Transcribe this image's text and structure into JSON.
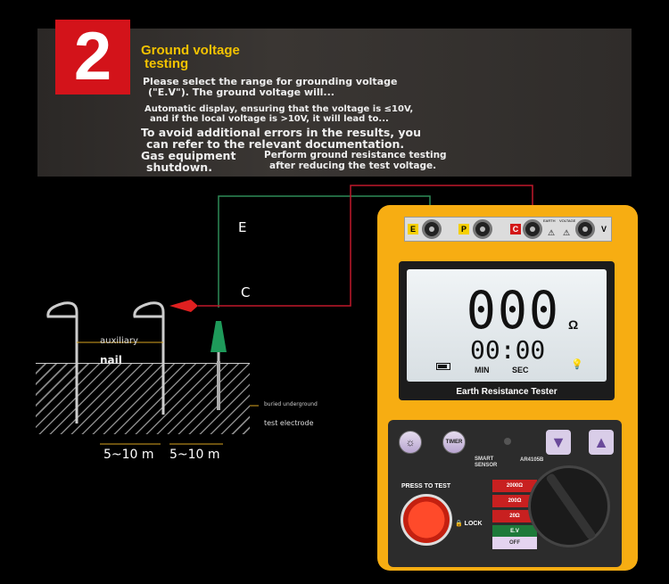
{
  "banner": {
    "step": "2",
    "title_line1": "Ground voltage",
    "title_line2": "testing",
    "text1_line1": "Please select the range for grounding voltage",
    "text1_line2": "(\"E.V\"). The ground voltage will...",
    "text2_line1": "Automatic display, ensuring that the voltage is ≤10V,",
    "text2_line2": "and if the local voltage is >10V, it will lead to...",
    "text3_line1": "To avoid additional errors in the results, you",
    "text3_line2": "can refer to the relevant documentation.",
    "text4_line1": "Gas equipment",
    "text4_line2": "shutdown.",
    "text5_line1": "Perform ground resistance testing",
    "text5_line2": "after reducing the test voltage."
  },
  "diagram": {
    "label_E": "E",
    "label_C": "C",
    "auxiliary": "auxiliary",
    "nail": "nail",
    "buried": "buried underground",
    "test_electrode": "test electrode",
    "distance1": "5~10 m",
    "distance2": "5~10 m",
    "wire_green": "#2e8b57",
    "wire_red": "#c0182a"
  },
  "meter": {
    "terminals": [
      "E",
      "P",
      "C",
      "V"
    ],
    "terminal_c_note": "EARTH",
    "terminal_v_note": "VOLTAGE",
    "lcd_value": "000",
    "lcd_unit": "Ω",
    "lcd_time": "00:00",
    "lcd_min": "MIN",
    "lcd_sec": "SEC",
    "model_name": "Earth Resistance Tester",
    "timer_label": "TIMER",
    "brand_line1": "SMART",
    "brand_line2": "SENSOR",
    "model": "AR4105B",
    "press_to_test": "PRESS TO TEST",
    "lock": "LOCK",
    "ranges": [
      "2000Ω",
      "200Ω",
      "20Ω",
      "E.V",
      "OFF"
    ],
    "body_color": "#f7ad12"
  }
}
